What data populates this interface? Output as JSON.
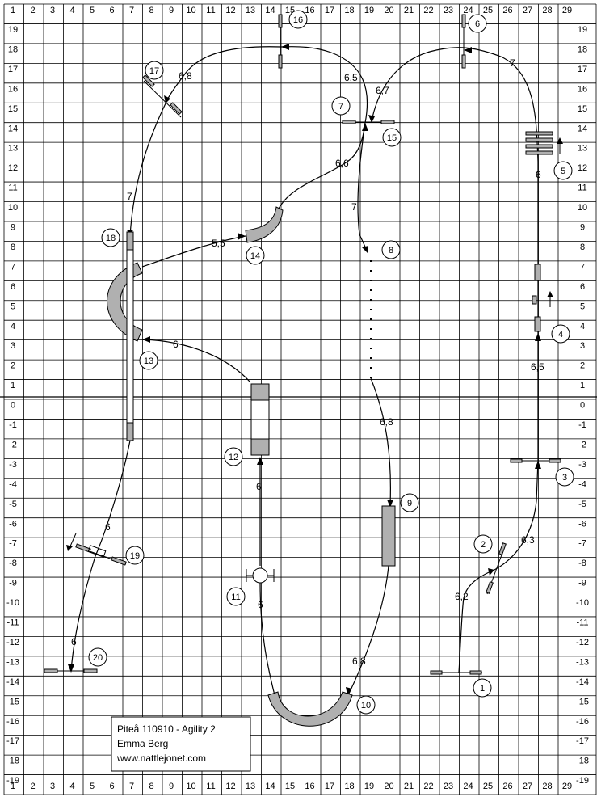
{
  "caption": {
    "line1": "Piteå 110910 - Agility 2",
    "line2": "Emma Berg",
    "line3": "www.nattlejonet.com"
  },
  "grid": {
    "col_labels": [
      "1",
      "2",
      "3",
      "4",
      "5",
      "6",
      "7",
      "8",
      "9",
      "10",
      "11",
      "12",
      "13",
      "14",
      "15",
      "16",
      "17",
      "18",
      "19",
      "20",
      "21",
      "22",
      "23",
      "24",
      "25",
      "26",
      "27",
      "28",
      "29"
    ],
    "row_labels": [
      "19",
      "18",
      "17",
      "16",
      "15",
      "14",
      "13",
      "12",
      "11",
      "10",
      "9",
      "8",
      "7",
      "6",
      "5",
      "4",
      "3",
      "2",
      "1",
      "0",
      "-1",
      "-2",
      "-3",
      "-4",
      "-5",
      "-6",
      "-7",
      "-8",
      "-9",
      "-10",
      "-11",
      "-12",
      "-13",
      "-14",
      "-15",
      "-16",
      "-17",
      "-18",
      "-19"
    ]
  },
  "obstacles": [
    {
      "n": "1"
    },
    {
      "n": "2"
    },
    {
      "n": "3"
    },
    {
      "n": "4"
    },
    {
      "n": "5"
    },
    {
      "n": "6"
    },
    {
      "n": "7"
    },
    {
      "n": "8"
    },
    {
      "n": "9"
    },
    {
      "n": "10"
    },
    {
      "n": "11"
    },
    {
      "n": "12"
    },
    {
      "n": "13"
    },
    {
      "n": "14"
    },
    {
      "n": "15"
    },
    {
      "n": "16"
    },
    {
      "n": "17"
    },
    {
      "n": "18"
    },
    {
      "n": "19"
    },
    {
      "n": "20"
    }
  ],
  "distances": [
    "6,2",
    "6,3",
    "6,5",
    "6",
    "7",
    "6,7",
    "6,5",
    "6,6",
    "7",
    "6,8",
    "6,8",
    "6",
    "6",
    "6",
    "5,5",
    "7",
    "6,8",
    "6",
    "6"
  ],
  "colors": {
    "equipment_fill": "#b0b0b0",
    "line": "#000000",
    "grid": "#000000"
  }
}
